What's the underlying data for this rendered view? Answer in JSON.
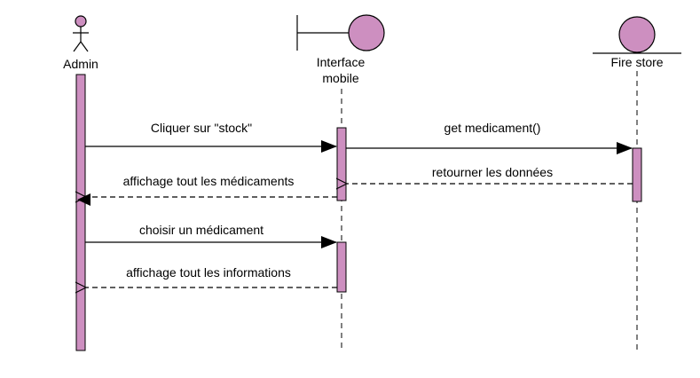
{
  "diagram": {
    "type": "sequence",
    "colors": {
      "activation_fill": "#cd8fc0",
      "line": "#000000",
      "background": "#ffffff"
    },
    "participants": {
      "admin": {
        "label": "Admin",
        "kind": "actor"
      },
      "interface": {
        "label_line1": "Interface",
        "label_line2": "mobile",
        "kind": "boundary"
      },
      "firestore": {
        "label": "Fire store",
        "kind": "entity"
      }
    },
    "messages": [
      {
        "label": "Cliquer sur \"stock\"",
        "from": "Admin",
        "to": "Interface mobile",
        "style": "sync"
      },
      {
        "label": "get medicament()",
        "from": "Interface mobile",
        "to": "Fire store",
        "style": "sync"
      },
      {
        "label": "retourner les données",
        "from": "Fire store",
        "to": "Interface mobile",
        "style": "return"
      },
      {
        "label": "affichage tout les médicaments",
        "from": "Interface mobile",
        "to": "Admin",
        "style": "return"
      },
      {
        "label": "choisir un médicament",
        "from": "Admin",
        "to": "Interface mobile",
        "style": "sync"
      },
      {
        "label": "affichage tout les informations",
        "from": "Interface mobile",
        "to": "Admin",
        "style": "return"
      }
    ]
  }
}
